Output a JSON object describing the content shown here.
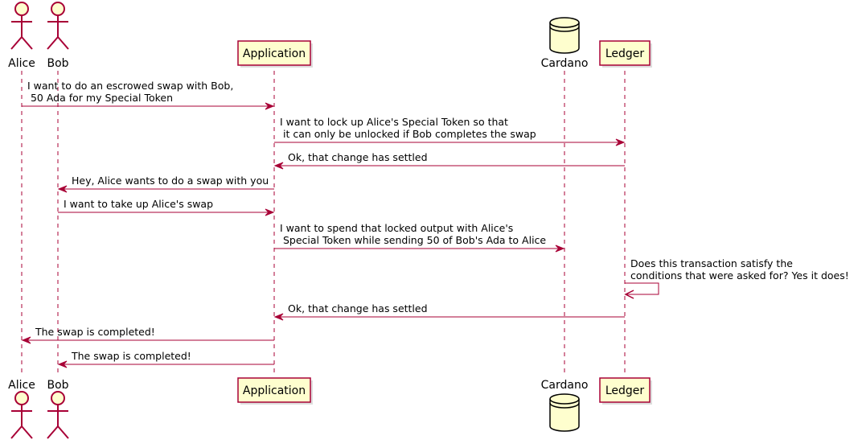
{
  "participants": {
    "alice": {
      "label": "Alice",
      "kind": "actor"
    },
    "bob": {
      "label": "Bob",
      "kind": "actor"
    },
    "application": {
      "label": "Application",
      "kind": "participant"
    },
    "cardano": {
      "label": "Cardano",
      "kind": "database"
    },
    "ledger": {
      "label": "Ledger",
      "kind": "participant"
    }
  },
  "messages": [
    {
      "from": "alice",
      "to": "application",
      "lines": [
        "I want to do an escrowed swap with Bob,",
        " 50 Ada for my Special Token"
      ]
    },
    {
      "from": "application",
      "to": "ledger",
      "lines": [
        "I want to lock up Alice's Special Token so that",
        " it can only be unlocked if Bob completes the swap"
      ]
    },
    {
      "from": "ledger",
      "to": "application",
      "lines": [
        "Ok, that change has settled"
      ]
    },
    {
      "from": "application",
      "to": "bob",
      "lines": [
        "Hey, Alice wants to do a swap with you"
      ]
    },
    {
      "from": "bob",
      "to": "application",
      "lines": [
        "I want to take up Alice's swap"
      ]
    },
    {
      "from": "application",
      "to": "cardano",
      "lines": [
        "I want to spend that locked output with Alice's",
        " Special Token while sending 50 of Bob's Ada to Alice"
      ]
    },
    {
      "from": "ledger",
      "to": "ledger",
      "lines": [
        "Does this transaction satisfy the",
        "conditions that were asked for? Yes it does!"
      ]
    },
    {
      "from": "ledger",
      "to": "application",
      "lines": [
        "Ok, that change has settled"
      ]
    },
    {
      "from": "application",
      "to": "alice",
      "lines": [
        "The swap is completed!"
      ]
    },
    {
      "from": "application",
      "to": "bob",
      "lines": [
        "The swap is completed!"
      ]
    }
  ],
  "colors": {
    "border": "#A80036",
    "fill": "#FEFECE"
  }
}
